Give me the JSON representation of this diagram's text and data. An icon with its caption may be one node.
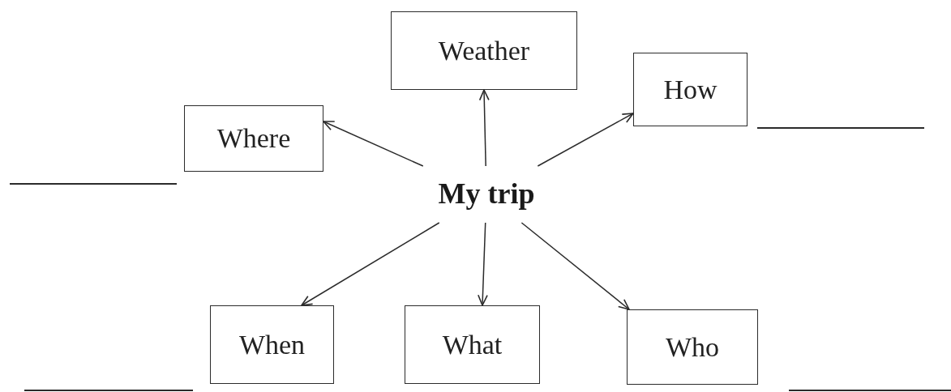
{
  "diagram": {
    "nodes": [
      {
        "text": [
          "Weather"
        ]
      },
      {
        "text": [
          "How"
        ]
      },
      {
        "text": [
          "Where"
        ]
      },
      {
        "text": [
          "My trip"
        ]
      },
      {
        "text": [
          "When"
        ]
      },
      {
        "text": [
          "What"
        ]
      },
      {
        "text": [
          "Who"
        ]
      }
    ],
    "edges": [
      {
        "from": 3,
        "to": 0,
        "arrow": "to"
      },
      {
        "from": 3,
        "to": 1,
        "arrow": "to"
      },
      {
        "from": 3,
        "to": 2,
        "arrow": "to"
      },
      {
        "from": 3,
        "to": 4,
        "arrow": "to"
      },
      {
        "from": 3,
        "to": 5,
        "arrow": "to"
      },
      {
        "from": 3,
        "to": 6,
        "arrow": "to"
      }
    ]
  }
}
